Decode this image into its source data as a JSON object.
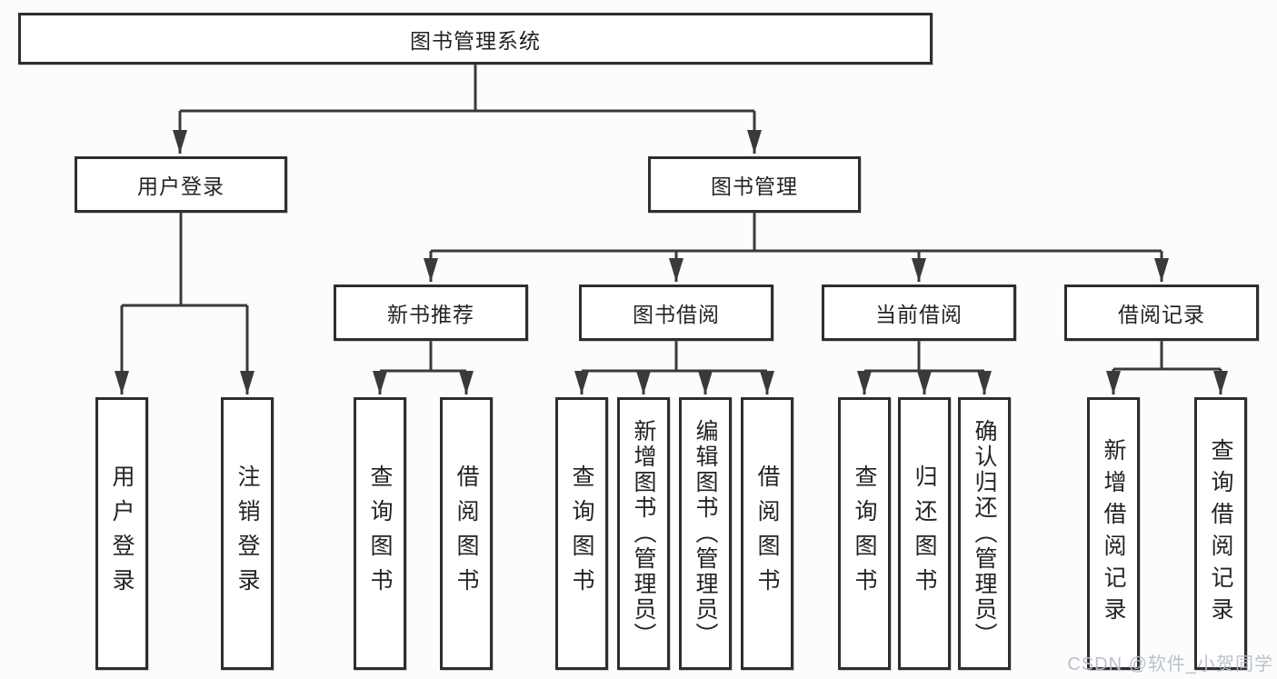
{
  "diagram": {
    "root": {
      "label": "图书管理系统"
    },
    "level2": [
      {
        "label": "用户登录"
      },
      {
        "label": "图书管理"
      }
    ],
    "level3": [
      {
        "label": "新书推荐"
      },
      {
        "label": "图书借阅"
      },
      {
        "label": "当前借阅"
      },
      {
        "label": "借阅记录"
      }
    ],
    "leaves": [
      {
        "label": "用户登录",
        "parent": "用户登录"
      },
      {
        "label": "注销登录",
        "parent": "用户登录"
      },
      {
        "label": "查询图书",
        "parent": "新书推荐"
      },
      {
        "label": "借阅图书",
        "parent": "新书推荐"
      },
      {
        "label": "查询图书",
        "parent": "图书借阅"
      },
      {
        "label": "新增图书（管理员）",
        "parent": "图书借阅"
      },
      {
        "label": "编辑图书（管理员）",
        "parent": "图书借阅"
      },
      {
        "label": "借阅图书",
        "parent": "图书借阅"
      },
      {
        "label": "查询图书",
        "parent": "当前借阅"
      },
      {
        "label": "归还图书",
        "parent": "当前借阅"
      },
      {
        "label": "确认归还（管理员）",
        "parent": "当前借阅"
      },
      {
        "label": "新增借阅记录",
        "parent": "借阅记录"
      },
      {
        "label": "查询借阅记录",
        "parent": "借阅记录"
      }
    ],
    "watermark": "CSDN @软件_小贺同学"
  },
  "colors": {
    "line": "#3a3a3a",
    "box_border": "#2e2e2e",
    "text": "#232323",
    "watermark": "#b7bec9",
    "background": "#fcfcfc"
  }
}
